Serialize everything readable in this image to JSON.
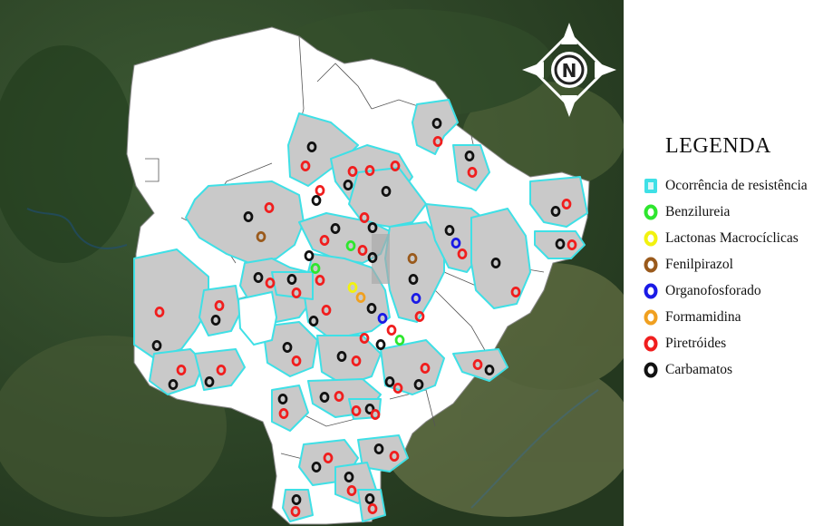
{
  "map": {
    "north_label": "N",
    "colors": {
      "region_fill": "#c9c9c9",
      "region_border": "#3fe0e6",
      "state_fill": "#ffffff",
      "background_forest": "#2f4a2a",
      "background_field": "#6f7b4f"
    }
  },
  "legend": {
    "title": "LEGENDA",
    "items": [
      {
        "key": "occurrence",
        "label": "Ocorrência de resistência",
        "color": "#3fe0e6",
        "shape": "square"
      },
      {
        "key": "benzilureia",
        "label": "Benzilureia",
        "color": "#2ee62e",
        "shape": "ring"
      },
      {
        "key": "lactonas",
        "label": "Lactonas Macrocíclicas",
        "color": "#f2f20f",
        "shape": "ring"
      },
      {
        "key": "fenilpirazol",
        "label": "Fenilpirazol",
        "color": "#9a5a1c",
        "shape": "ring"
      },
      {
        "key": "organofosforado",
        "label": "Organofosforado",
        "color": "#1a1ae6",
        "shape": "ring"
      },
      {
        "key": "formamidina",
        "label": "Formamidina",
        "color": "#f0a020",
        "shape": "ring"
      },
      {
        "key": "piretroides",
        "label": "Piretróides",
        "color": "#f01e1e",
        "shape": "ring"
      },
      {
        "key": "carbamatos",
        "label": "Carbamatos",
        "color": "#111111",
        "shape": "ring"
      }
    ]
  }
}
